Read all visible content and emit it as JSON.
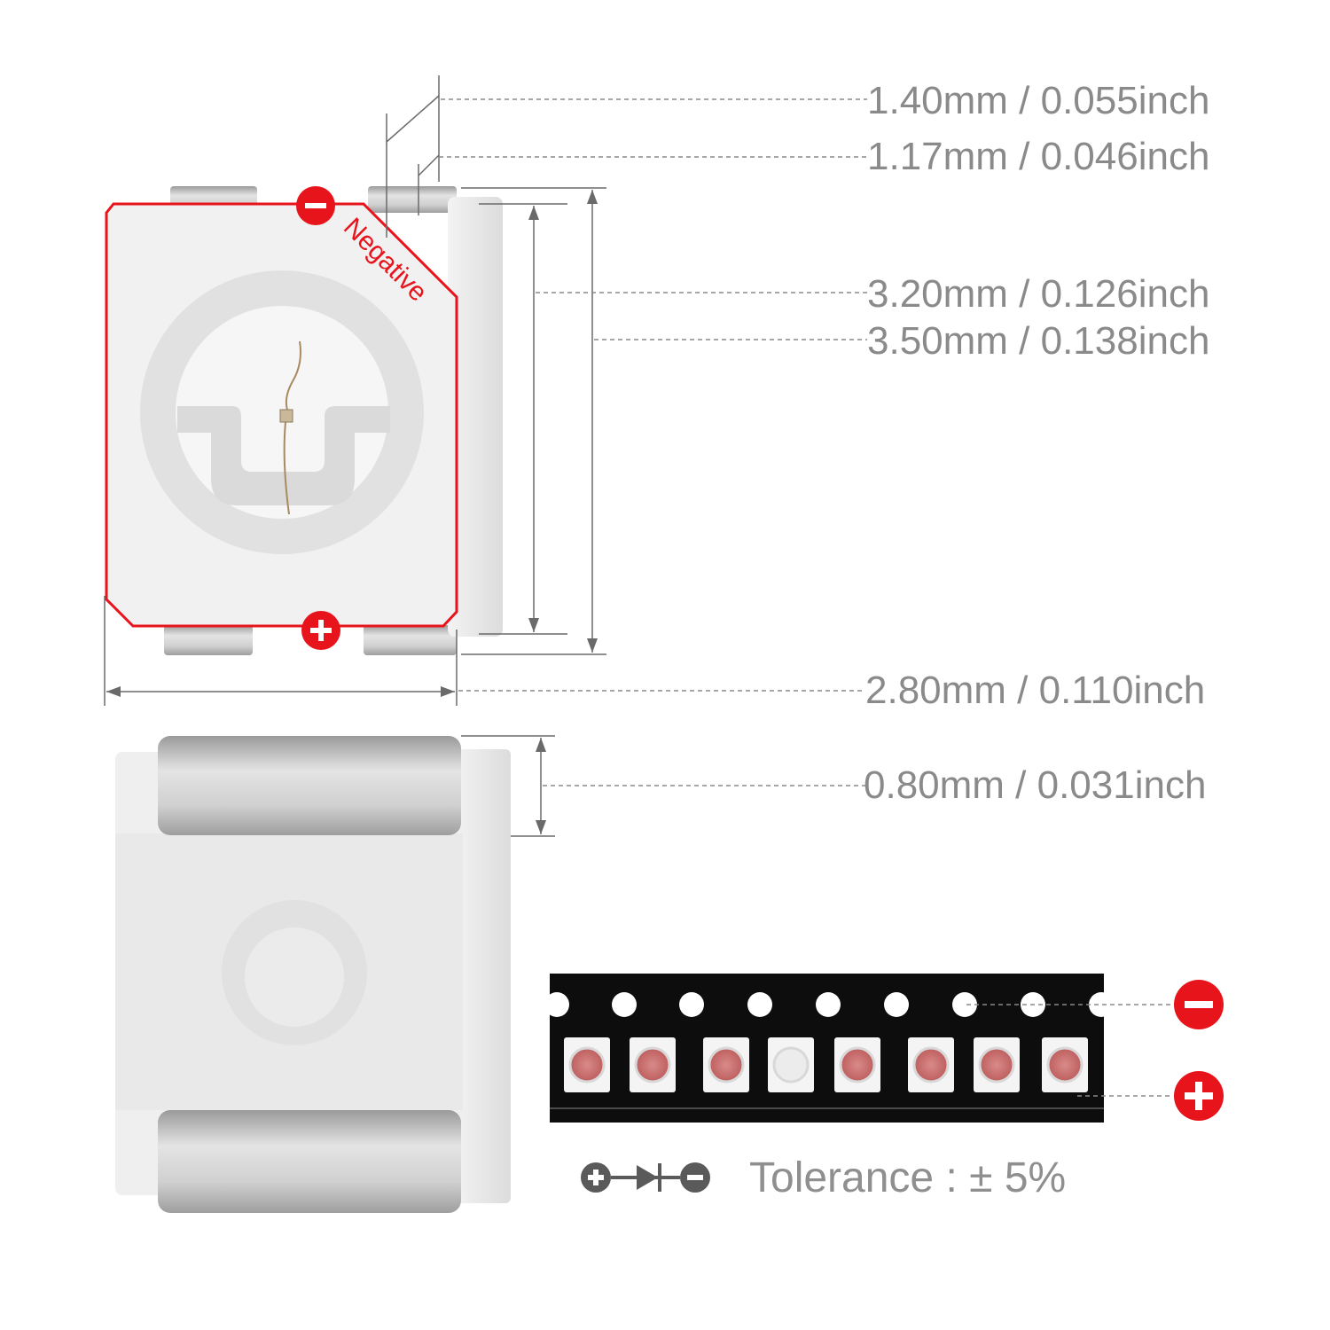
{
  "dimensions": [
    {
      "id": "d1",
      "label": "1.40mm / 0.055inch"
    },
    {
      "id": "d2",
      "label": "1.17mm / 0.046inch"
    },
    {
      "id": "d3",
      "label": "3.20mm / 0.126inch"
    },
    {
      "id": "d4",
      "label": "3.50mm / 0.138inch"
    },
    {
      "id": "d5",
      "label": "2.80mm / 0.110inch"
    },
    {
      "id": "d6",
      "label": "0.80mm / 0.031inch"
    }
  ],
  "polarity": {
    "negative_label": "Negative",
    "minus_symbol": "−",
    "plus_symbol": "+"
  },
  "tolerance": "Tolerance : ± 5%",
  "colors": {
    "accent_red": "#e8141b",
    "dimension_gray": "#8a8a8a",
    "package_white": "#f2f2f2",
    "pad_gray": "#c8c8c8",
    "tape_black": "#0d0d0d"
  },
  "icons": [
    "minus-circle-icon",
    "plus-circle-icon",
    "diode-symbol-icon"
  ]
}
